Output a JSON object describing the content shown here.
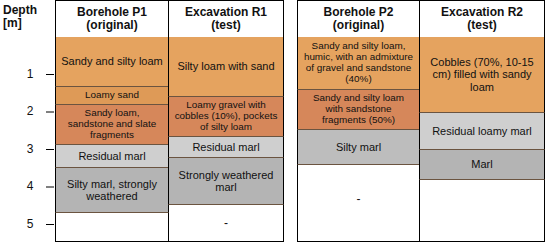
{
  "diagram": {
    "nodes": [
      {
        "text": [
          "Borehole P1 (original)"
        ]
      },
      {
        "text": [
          "Excavation R1 (test)"
        ]
      },
      {
        "text": [
          "Borehole P2 (original)"
        ]
      },
      {
        "text": [
          "Excavation R2 (test)"
        ]
      },
      {
        "text": [
          "Sandy and silty loam"
        ]
      },
      {
        "text": [
          "Loamy sand"
        ]
      },
      {
        "text": [
          "Sandy loam, sandstone and slate fragments"
        ]
      },
      {
        "text": [
          "Residual marl"
        ]
      },
      {
        "text": [
          "Silty marl, strongly weathered"
        ]
      },
      {
        "text": [
          "Silty loam with sand"
        ]
      },
      {
        "text": [
          "Loamy gravel with cobbles (10%), pockets of silty loam"
        ]
      },
      {
        "text": [
          "Residual marl"
        ]
      },
      {
        "text": [
          "Strongly weathered marl"
        ]
      },
      {
        "text": [
          "Sandy and silty loam, humic, with an admixture of gravel and sandstone (40%)"
        ]
      },
      {
        "text": [
          "Sandy and silty loam with sandstone fragments (50%)"
        ]
      },
      {
        "text": [
          "Silty marl"
        ]
      },
      {
        "text": [
          "Cobbles (70%, 10-15 cm) filled with sandy loam"
        ]
      },
      {
        "text": [
          "Residual loamy marl"
        ]
      },
      {
        "text": [
          "Marl"
        ]
      }
    ],
    "labels": [
      "Depth [m]",
      "1",
      "2",
      "3",
      "4",
      "5",
      "-",
      "-"
    ]
  }
}
